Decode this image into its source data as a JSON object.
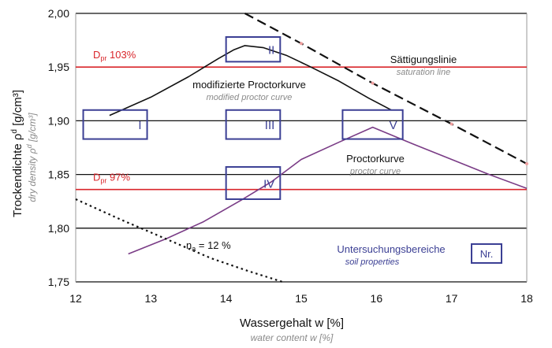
{
  "chart_data": {
    "type": "line",
    "xlabel": "Wassergehalt w [%]",
    "xlabel_sub": "water content w [%]",
    "ylabel": "Trockendichte  ρ",
    "ylabel_sup": "d",
    "ylabel_unit": " [g/cm³]",
    "ylabel_sub": "dry density  ρ",
    "ylabel_sub_sup": "d",
    "ylabel_sub_unit": " [g/cm³]",
    "xlim": [
      12,
      18
    ],
    "ylim": [
      1.75,
      2.0
    ],
    "x_ticks": [
      "12",
      "13",
      "14",
      "15",
      "16",
      "17",
      "18"
    ],
    "y_ticks": [
      "1,75",
      "1,80",
      "1,85",
      "1,90",
      "1,95",
      "2,00"
    ],
    "grid": "horizontal",
    "series": [
      {
        "name": "modifizierte Proctorkurve",
        "name_sub": "modified proctor curve",
        "color": "#111111",
        "style": "solid",
        "x": [
          12.45,
          13.0,
          13.5,
          13.9,
          14.1,
          14.25,
          14.5,
          14.8,
          15.1,
          15.5,
          15.9,
          16.2
        ],
        "y": [
          1.905,
          1.922,
          1.941,
          1.958,
          1.966,
          1.97,
          1.968,
          1.961,
          1.951,
          1.937,
          1.921,
          1.91
        ]
      },
      {
        "name": "Proctorkurve",
        "name_sub": "proctor curve",
        "color": "#7a3c86",
        "style": "solid",
        "x": [
          12.7,
          13.2,
          13.7,
          14.2,
          14.6,
          15.0,
          15.5,
          15.95,
          16.5,
          17.0,
          17.5,
          18.0
        ],
        "y": [
          1.776,
          1.79,
          1.806,
          1.826,
          1.843,
          1.864,
          1.88,
          1.894,
          1.878,
          1.864,
          1.85,
          1.837
        ]
      },
      {
        "name": "Sättigungslinie",
        "name_sub": "saturation line",
        "color": "#111111",
        "style": "dashed",
        "x": [
          14.25,
          15.0,
          15.95,
          17.0,
          18.0
        ],
        "y": [
          2.0,
          1.972,
          1.935,
          1.897,
          1.86
        ]
      },
      {
        "name": "na = 12 %",
        "color": "#111111",
        "style": "dotted",
        "x": [
          12.0,
          12.6,
          13.2,
          13.8,
          14.3,
          14.75
        ],
        "y": [
          1.827,
          1.808,
          1.79,
          1.772,
          1.76,
          1.75
        ]
      }
    ],
    "reference_lines": [
      {
        "label_main": "D",
        "label_sub": "pr",
        "label_rest": " 103%",
        "y": 1.95,
        "color": "#d9262b"
      },
      {
        "label_main": "D",
        "label_sub": "pr",
        "label_rest": " 97%",
        "y": 1.836,
        "color": "#d9262b"
      }
    ],
    "regions": [
      {
        "label": "I",
        "x": [
          12.1,
          12.95
        ],
        "y": [
          1.883,
          1.91
        ]
      },
      {
        "label": "II",
        "x": [
          14.0,
          14.72
        ],
        "y": [
          1.955,
          1.978
        ]
      },
      {
        "label": "III",
        "x": [
          14.0,
          14.72
        ],
        "y": [
          1.883,
          1.91
        ]
      },
      {
        "label": "IV",
        "x": [
          14.0,
          14.72
        ],
        "y": [
          1.827,
          1.857
        ]
      },
      {
        "label": "V",
        "x": [
          15.55,
          16.35
        ],
        "y": [
          1.883,
          1.91
        ]
      }
    ],
    "annotations": {
      "na_label_main": "n",
      "na_label_sub": "a",
      "na_label_rest": " = 12 %",
      "legend_title": "Untersuchungsbereiche",
      "legend_sub": "soil properties",
      "legend_box": "Nr."
    },
    "markers_on_saturation": [
      15.0,
      15.95,
      17.0,
      18.0
    ]
  },
  "colors": {
    "red": "#d9262b",
    "blue": "#3b3f94",
    "purple": "#7a3c86",
    "grid": "#111111",
    "axis": "#999999"
  }
}
